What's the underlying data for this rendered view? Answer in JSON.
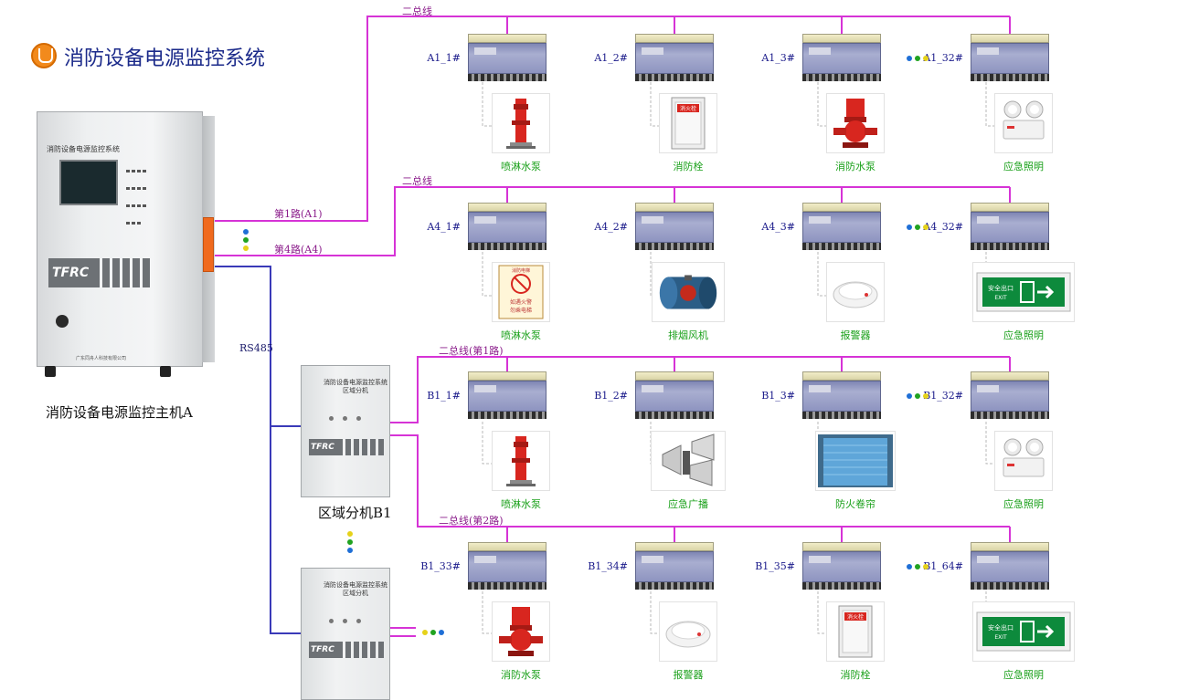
{
  "title": "消防设备电源监控系统",
  "main_host_label": "消防设备电源监控主机A",
  "main_host_screen_title": "消防设备电源监控系统",
  "main_host_brand": "TFRC",
  "main_host_footer": "广东同舟人科技有限公司",
  "subhost_header_line1": "消防设备电源监控系统",
  "subhost_header_line2": "区域分机",
  "subhost_brand": "TFRC",
  "subhost_label": "区域分机B1",
  "rs485_label": "RS485",
  "route_labels": {
    "a1": "第1路(A1)",
    "a4": "第4路(A4)"
  },
  "bus_labels": {
    "bus_top": "二总线",
    "bus_mid": "二总线",
    "bus_b1_1": "二总线(第1路)",
    "bus_b1_2": "二总线(第2路)"
  },
  "rows": [
    {
      "modules": [
        {
          "label": "A1_1#",
          "equipment": "喷淋水泵",
          "icon": "pump-red-tall-icon"
        },
        {
          "label": "A1_2#",
          "equipment": "消防栓",
          "icon": "hydrant-box-icon"
        },
        {
          "label": "A1_3#",
          "equipment": "消防水泵",
          "icon": "pump-red-icon"
        },
        {
          "label": "A1_32#",
          "equipment": "应急照明",
          "icon": "emergency-light-icon"
        }
      ]
    },
    {
      "modules": [
        {
          "label": "A4_1#",
          "equipment": "喷淋水泵",
          "icon": "fire-elevator-sign-icon"
        },
        {
          "label": "A4_2#",
          "equipment": "排烟风机",
          "icon": "smoke-fan-icon"
        },
        {
          "label": "A4_3#",
          "equipment": "报警器",
          "icon": "smoke-detector-icon"
        },
        {
          "label": "A4_32#",
          "equipment": "应急照明",
          "icon": "exit-sign-icon"
        }
      ]
    },
    {
      "modules": [
        {
          "label": "B1_1#",
          "equipment": "喷淋水泵",
          "icon": "pump-red-tall-icon"
        },
        {
          "label": "B1_2#",
          "equipment": "应急广播",
          "icon": "horn-speaker-icon"
        },
        {
          "label": "B1_3#",
          "equipment": "防火卷帘",
          "icon": "fire-shutter-icon"
        },
        {
          "label": "B1_32#",
          "equipment": "应急照明",
          "icon": "emergency-light-icon"
        }
      ]
    },
    {
      "modules": [
        {
          "label": "B1_33#",
          "equipment": "消防水泵",
          "icon": "pump-red-icon"
        },
        {
          "label": "B1_34#",
          "equipment": "报警器",
          "icon": "smoke-detector-icon"
        },
        {
          "label": "B1_35#",
          "equipment": "消防栓",
          "icon": "hydrant-box-icon"
        },
        {
          "label": "B1_64#",
          "equipment": "应急照明",
          "icon": "exit-sign-icon"
        }
      ]
    }
  ],
  "hydrant_text": "消火栓",
  "fire_elevator_text": [
    "消防电梯",
    "如遇火警",
    "勿乘电梯"
  ],
  "exit_sign_text": [
    "安全出口",
    "EXIT"
  ],
  "colors": {
    "bus_line": "#d633d6",
    "rs485_line": "#3a3ab8",
    "equipment_label": "#19a019",
    "device_label": "#1a1a8a",
    "dot_blue": "#1f6fd6",
    "dot_green": "#21a321",
    "dot_yellow": "#e6d21a"
  }
}
